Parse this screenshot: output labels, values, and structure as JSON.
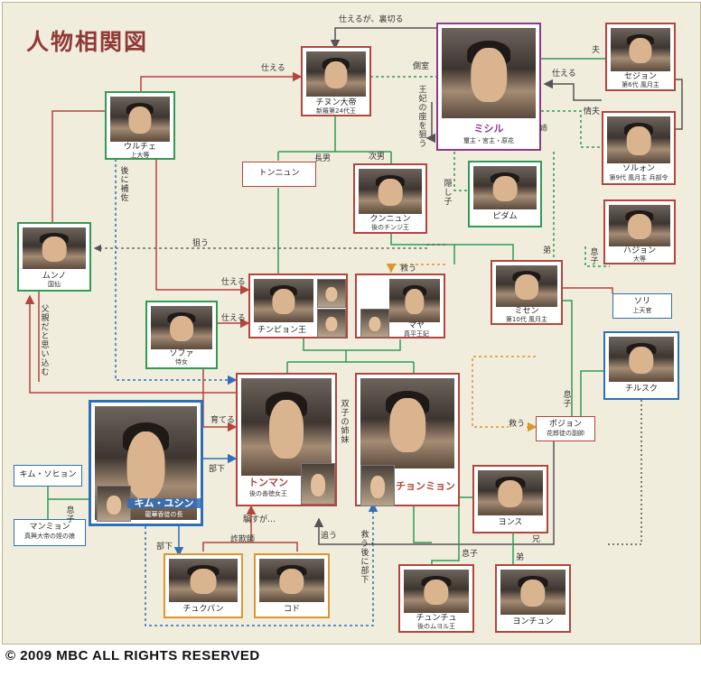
{
  "title": "人物相関図",
  "copyright": "© 2009 MBC ALL RIGHTS RESERVED",
  "colors": {
    "red": "#b3453e",
    "purple": "#8e3a8a",
    "blue": "#2f6fb8",
    "orange": "#d9982f",
    "green": "#2f9c55",
    "gray": "#555555"
  },
  "people": {
    "jinheung": {
      "name": "チヌン大帝",
      "sub": "新羅第24代王"
    },
    "ulchu": {
      "name": "ウルチェ",
      "sub": "上大等"
    },
    "mishil": {
      "name": "ミシル",
      "sub": "璽主・宮主・原花"
    },
    "sejong": {
      "name": "セジョン",
      "sub": "第6代 風月主"
    },
    "seolwon": {
      "name": "ソルォン",
      "sub": "第9代 風月主 兵部令"
    },
    "hajong": {
      "name": "ハジョン",
      "sub": "大等"
    },
    "tongryun": {
      "name": "トンニュン",
      "sub": ""
    },
    "gunryun": {
      "name": "クンニュン",
      "sub": "後のチンジ王"
    },
    "bidam": {
      "name": "ピダム",
      "sub": ""
    },
    "munno": {
      "name": "ムンノ",
      "sub": "国仙"
    },
    "misaeng": {
      "name": "ミセン",
      "sub": "第10代 風月主"
    },
    "sori": {
      "name": "ソリ",
      "sub": "上天官"
    },
    "sohwa": {
      "name": "ソファ",
      "sub": "侍女"
    },
    "jinpyeong": {
      "name": "チンピョン王",
      "sub": ""
    },
    "maya": {
      "name": "マヤ",
      "sub": "真平王妃"
    },
    "chilsuk": {
      "name": "チルスク",
      "sub": ""
    },
    "bojong": {
      "name": "ポジョン",
      "sub": "花郎徒の副帥"
    },
    "deokman": {
      "name": "トンマン",
      "sub": "後の善徳女王"
    },
    "cheonmyeong": {
      "name": "チョンミョン",
      "sub": ""
    },
    "yusin": {
      "name": "キム・ユシン",
      "sub": "龍華香徒の長"
    },
    "seohyeon": {
      "name": "キム・ソヒョン",
      "sub": ""
    },
    "manmyeong": {
      "name": "マンミョン",
      "sub": "真興大帝の姪の娘"
    },
    "yeonsu": {
      "name": "ヨンス",
      "sub": ""
    },
    "chukbang": {
      "name": "チュクパン",
      "sub": ""
    },
    "godo": {
      "name": "コド",
      "sub": ""
    },
    "chunchu": {
      "name": "チュンチュ",
      "sub": "後のムヨル王"
    },
    "yongchun": {
      "name": "ヨンチュン",
      "sub": ""
    }
  },
  "labels": {
    "betray": "仕えるが、裏切る",
    "serve_top": "仕える",
    "concubine": "側室",
    "husband": "夫",
    "serve_mishil": "仕える",
    "lover": "情夫",
    "covet": "王妃の座を狙う",
    "sister": "姉",
    "hidden_child": "隠し子",
    "eldest": "長男",
    "second": "次男",
    "assist": "後に補佐",
    "aim": "狙う",
    "save_maya": "救う",
    "younger_brother": "弟",
    "son_hajong": "息子",
    "serve_jp1": "仕える",
    "serve_jp2": "仕える",
    "believe": "父親だと思い込む",
    "raise": "育てる",
    "twins": "双子の姉妹",
    "save_bojong": "救う",
    "son_bojong": "息子",
    "subordinate": "部下",
    "son_yusin": "息子",
    "deceive": "騙すが…",
    "swindler": "詐欺師",
    "subordinate2": "部下",
    "chase": "追う",
    "save_later": "救う・後に部下",
    "son_chunchu": "息子",
    "elder_brother": "兄",
    "younger_brother2": "弟"
  }
}
